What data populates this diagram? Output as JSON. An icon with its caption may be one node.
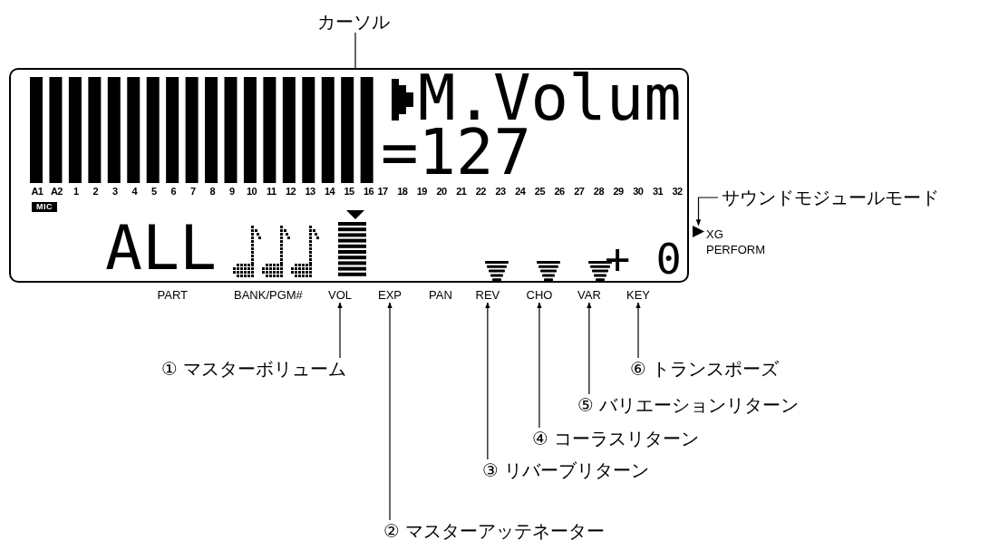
{
  "diagram": {
    "nodes": [
      {
        "text": [
          "M.Volum",
          "=127",
          "A1",
          "A2",
          "1",
          "2",
          "3",
          "4",
          "5",
          "6",
          "7",
          "8",
          "9",
          "10",
          "11",
          "12",
          "13",
          "14",
          "15",
          "16",
          "17",
          "18",
          "19",
          "20",
          "21",
          "22",
          "23",
          "24",
          "25",
          "26",
          "27",
          "28",
          "29",
          "30",
          "31",
          "32",
          "MIC",
          "ALL",
          "+ 0"
        ]
      },
      {
        "text": [],
        "shape": "triangle",
        "in": 0
      },
      {
        "text": [
          "カーソル"
        ]
      },
      {
        "text": [],
        "shape": "triangle"
      },
      {
        "text": [
          "サウンドモジュールモード"
        ]
      },
      {
        "text": [
          "VOL"
        ]
      },
      {
        "text": [
          "EXP"
        ]
      },
      {
        "text": [
          "REV"
        ]
      },
      {
        "text": [
          "CHO"
        ]
      },
      {
        "text": [
          "VAR"
        ]
      },
      {
        "text": [
          "KEY"
        ]
      },
      {
        "text": [
          "① マスターボリューム"
        ]
      },
      {
        "text": [
          "⑥ トランスポーズ"
        ]
      },
      {
        "text": [
          "⑤ バリエーションリターン"
        ]
      },
      {
        "text": [
          "④ コーラスリターン"
        ]
      },
      {
        "text": [
          "③ リバーブリターン"
        ]
      },
      {
        "text": [
          "② マスターアッテネーター"
        ]
      }
    ],
    "edges": [
      {
        "from": 2,
        "to": 1,
        "arrow": "to"
      },
      {
        "from": 4,
        "to": 3,
        "arrow": "to"
      },
      {
        "from": 11,
        "to": 5,
        "arrow": "to"
      },
      {
        "from": 16,
        "to": 6,
        "arrow": "to"
      },
      {
        "from": 15,
        "to": 7,
        "arrow": "to"
      },
      {
        "from": 14,
        "to": 8,
        "arrow": "to"
      },
      {
        "from": 13,
        "to": 9,
        "arrow": "to"
      },
      {
        "from": 12,
        "to": 10,
        "arrow": "to"
      }
    ],
    "labels": [
      "XG",
      "PERFORM",
      "PART",
      "BANK/PGM#",
      "PAN"
    ]
  }
}
